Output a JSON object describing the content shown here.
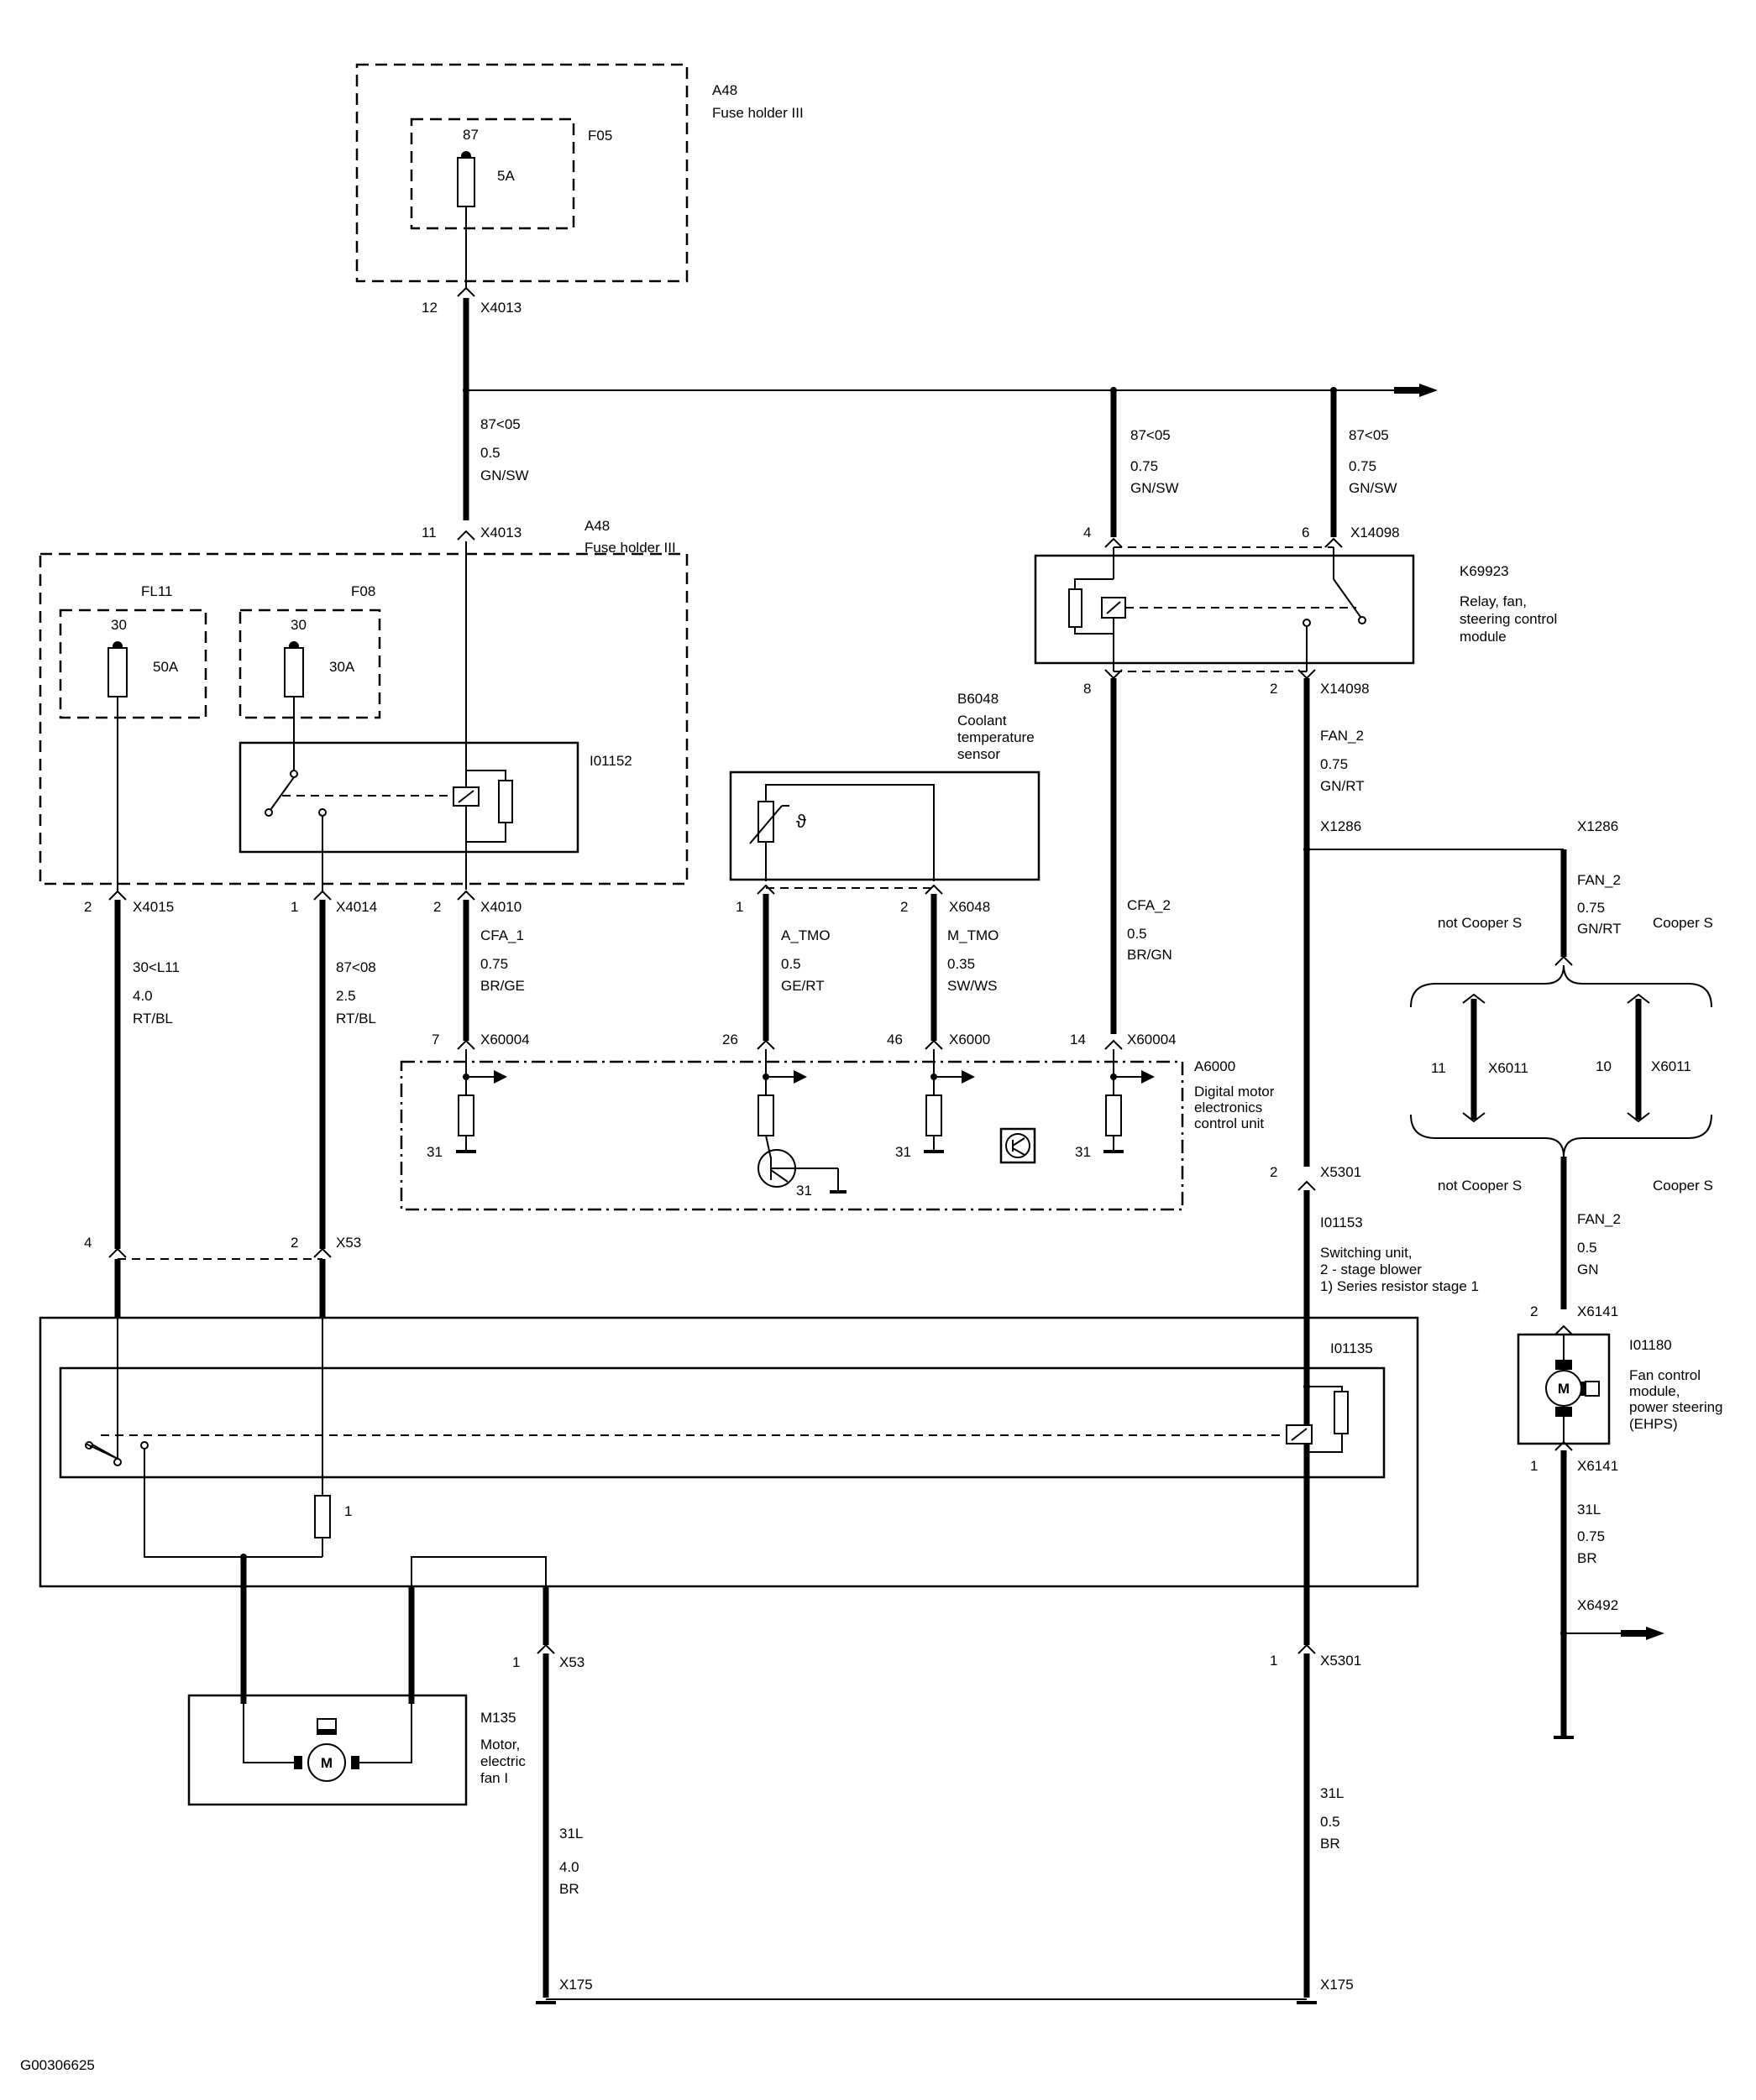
{
  "components": {
    "a48_top": {
      "id": "A48",
      "name": "Fuse holder III"
    },
    "f05": {
      "id": "F05",
      "pin": "87",
      "rating": "5A"
    },
    "a48_mid": {
      "id": "A48",
      "name": "Fuse holder III"
    },
    "fl11": {
      "id": "FL11",
      "pin": "30",
      "rating": "50A"
    },
    "f08": {
      "id": "F08",
      "pin": "30",
      "rating": "30A"
    },
    "i01152": {
      "id": "I01152"
    },
    "k69923": {
      "id": "K69923",
      "name1": "Relay, fan,",
      "name2": "steering control",
      "name3": "module"
    },
    "b6048": {
      "id": "B6048",
      "name1": "Coolant",
      "name2": "temperature",
      "name3": "sensor"
    },
    "a6000": {
      "id": "A6000",
      "name1": "Digital motor",
      "name2": "electronics",
      "name3": "control unit",
      "ground": "31"
    },
    "i01153": {
      "id": "I01153",
      "name1": "Switching unit,",
      "name2": "2 - stage blower",
      "name3": "1)  Series resistor stage 1"
    },
    "i01135": {
      "id": "I01135",
      "resistor_label": "1"
    },
    "i01180": {
      "id": "I01180",
      "name1": "Fan control",
      "name2": "module,",
      "name3": "power steering",
      "name4": "(EHPS)"
    },
    "m135": {
      "id": "M135",
      "name1": "Motor,",
      "name2": "electric",
      "name3": "fan I"
    }
  },
  "connectors": {
    "x4013a": {
      "pin": "12",
      "id": "X4013"
    },
    "x4013b": {
      "pin": "11",
      "id": "X4013"
    },
    "x14098a": {
      "pin_left": "4",
      "pin_right": "6",
      "id": "X14098"
    },
    "x14098b": {
      "pin_left": "8",
      "pin_right": "2",
      "id": "X14098"
    },
    "x1286a": {
      "id": "X1286"
    },
    "x1286b": {
      "id": "X1286"
    },
    "x4015": {
      "pin": "2",
      "id": "X4015"
    },
    "x4014": {
      "pin": "1",
      "id": "X4014"
    },
    "x4010": {
      "pin": "2",
      "id": "X4010"
    },
    "x6048": {
      "pin_left": "1",
      "pin_right": "2",
      "id": "X6048"
    },
    "x60004a": {
      "pin": "7",
      "id": "X60004"
    },
    "x6000": {
      "pin_left": "26",
      "pin_right": "46",
      "id": "X6000"
    },
    "x60004b": {
      "pin": "14",
      "id": "X60004"
    },
    "x6011a": {
      "pin": "11",
      "id": "X6011"
    },
    "x6011b": {
      "pin": "10",
      "id": "X6011"
    },
    "x5301a": {
      "pin": "2",
      "id": "X5301"
    },
    "x53a": {
      "pin_left": "4",
      "pin_right": "2",
      "id": "X53"
    },
    "x6141a": {
      "pin": "2",
      "id": "X6141"
    },
    "x6141b": {
      "pin": "1",
      "id": "X6141"
    },
    "x6492": {
      "id": "X6492"
    },
    "x53b": {
      "pin": "1",
      "id": "X53"
    },
    "x5301b": {
      "pin": "1",
      "id": "X5301"
    },
    "x175a": {
      "id": "X175"
    },
    "x175b": {
      "id": "X175"
    }
  },
  "wires": {
    "w_main": {
      "signal": "87<05",
      "gauge": "0.5",
      "color": "GN/SW"
    },
    "w_k4": {
      "signal": "87<05",
      "gauge": "0.75",
      "color": "GN/SW"
    },
    "w_k6": {
      "signal": "87<05",
      "gauge": "0.75",
      "color": "GN/SW"
    },
    "w_fan2a": {
      "signal": "FAN_2",
      "gauge": "0.75",
      "color": "GN/RT"
    },
    "w_fan2b": {
      "signal": "FAN_2",
      "gauge": "0.75",
      "color": "GN/RT"
    },
    "w_fan2c": {
      "signal": "FAN_2",
      "gauge": "0.5",
      "color": "GN"
    },
    "w_cfa2": {
      "signal": "CFA_2",
      "gauge": "0.5",
      "color": "BR/GN"
    },
    "w_l11": {
      "signal": "30<L11",
      "gauge": "4.0",
      "color": "RT/BL"
    },
    "w_08": {
      "signal": "87<08",
      "gauge": "2.5",
      "color": "RT/BL"
    },
    "w_cfa1": {
      "signal": "CFA_1",
      "gauge": "0.75",
      "color": "BR/GE"
    },
    "w_atmo": {
      "signal": "A_TMO",
      "gauge": "0.5",
      "color": "GE/RT"
    },
    "w_mtmo": {
      "signal": "M_TMO",
      "gauge": "0.35",
      "color": "SW/WS"
    },
    "w_31la": {
      "signal": "31L",
      "gauge": "4.0",
      "color": "BR"
    },
    "w_31lb": {
      "signal": "31L",
      "gauge": "0.5",
      "color": "BR"
    },
    "w_31lc": {
      "signal": "31L",
      "gauge": "0.75",
      "color": "BR"
    }
  },
  "variants": {
    "not_cooper_s_top": "not Cooper S",
    "cooper_s_top": "Cooper S",
    "not_cooper_s_bottom": "not Cooper S",
    "cooper_s_bottom": "Cooper S"
  },
  "grounds": {
    "g1": "31",
    "g2": "31",
    "g3": "31",
    "g4": "31"
  },
  "thermo_symbol": "ϑ",
  "motor_symbol": "M",
  "footer_code": "G00306625"
}
